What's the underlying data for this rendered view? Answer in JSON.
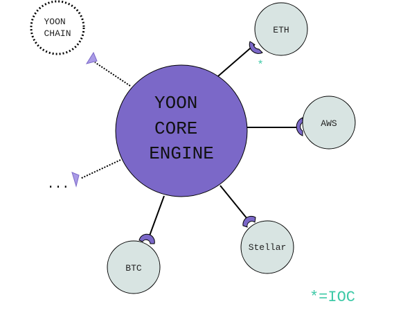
{
  "core": {
    "lines": [
      "YOON",
      "CORE",
      "ENGINE"
    ]
  },
  "nodes": {
    "yoon_chain": {
      "lines": [
        "YOON",
        "CHAIN"
      ]
    },
    "eth": {
      "label": "ETH"
    },
    "aws": {
      "label": "AWS"
    },
    "stellar": {
      "label": "Stellar"
    },
    "btc": {
      "label": "BTC"
    }
  },
  "more": {
    "label": "..."
  },
  "ioc": {
    "marker": "*",
    "legend": "*=IOC"
  },
  "colors": {
    "core_fill": "#7b68c8",
    "node_fill": "#d8e4e2",
    "socket_fill": "#7b68c8",
    "socket_light": "#a99ae6",
    "ioc": "#3ec9a7"
  }
}
